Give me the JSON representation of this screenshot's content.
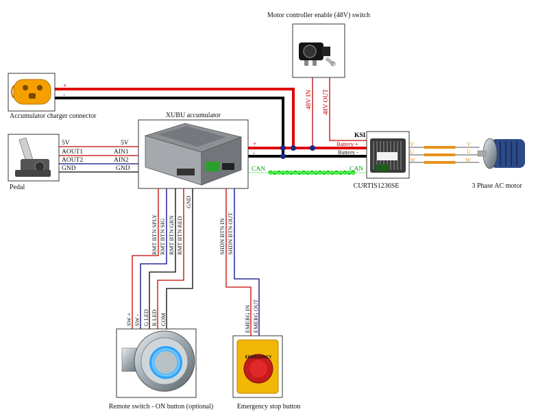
{
  "components": {
    "motor_switch": "Motor controller enable (48V) switch",
    "charger": "Accumulator charger connector",
    "accumulator": "XUBU accumulator",
    "pedal": "Pedal",
    "controller": "CURTIS1236SE",
    "motor": "3 Phase AC motor",
    "remote_switch": "Remote switch - ON button (optional)",
    "estop": "Emergency stop button",
    "estop_text": "EMERGENCY"
  },
  "charger_pins": {
    "plus": "+",
    "minus": "-"
  },
  "accumulator_power_pins": {
    "plus": "+",
    "minus": "-"
  },
  "switch_wires": {
    "in": "48V IN",
    "out": "48V OUT"
  },
  "pedal_pins": [
    "5V",
    "AOUT1",
    "AOUT2",
    "GND"
  ],
  "accumulator_left_pins": [
    "5V",
    "AIN1",
    "AIN2",
    "GND"
  ],
  "accumulator_bottom_pins": [
    "RMT BTN SPLY",
    "RMT BTN SIG",
    "RMT BTN GRN",
    "RMT BTN RED",
    "GND",
    "SHDN BTN IN",
    "SHDN BTN OUT"
  ],
  "controller_pins": {
    "ksi": "KSI",
    "battery_plus": "Battery +",
    "battery_minus": "Battery -",
    "can": "CAN"
  },
  "accumulator_can": "CAN",
  "controller_phases": [
    "V",
    "U",
    "W"
  ],
  "motor_phases": [
    "V",
    "U",
    "W"
  ],
  "remote_pins": [
    "SW +",
    "SW -",
    "G LED",
    "R LED",
    "COM"
  ],
  "estop_pins": [
    "EMERG IN",
    "EMERG OUT"
  ],
  "colors": {
    "power_positive": "#e00000",
    "power_negative": "#000000",
    "signal_red": "#c00000",
    "signal_navy": "#000080",
    "can_bus": "#33dd33",
    "phase": "#e8901a",
    "junction": "#1a2a8a"
  }
}
